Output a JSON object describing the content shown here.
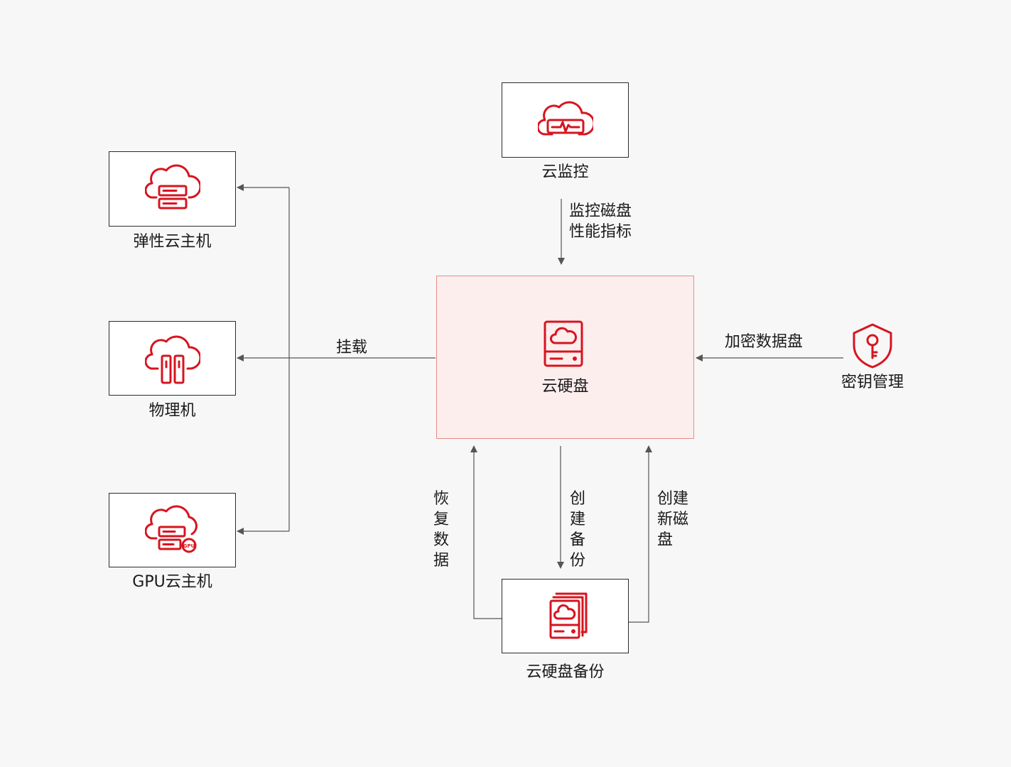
{
  "nodes": {
    "cloud_monitor": "云监控",
    "ecs": "弹性云主机",
    "physical": "物理机",
    "gpu": "GPU云主机",
    "evs": "云硬盘",
    "kms": "密钥管理",
    "backup": "云硬盘备份"
  },
  "edges": {
    "monitor": "监控磁盘\n性能指标",
    "mount": "挂载",
    "encrypt": "加密数据盘",
    "restore": "恢复数据",
    "create_backup": "创建备份",
    "create_disk": "创建新磁盘"
  },
  "gpu_badge": "GPU",
  "colors": {
    "accent": "#d7141f",
    "center_fill": "#fdeeee",
    "center_border": "#e98a8a",
    "line": "#555555"
  },
  "icons": {
    "cloud_monitor": "cloud-monitor-icon",
    "ecs": "cloud-server-icon",
    "physical": "cloud-physical-server-icon",
    "gpu": "cloud-gpu-server-icon",
    "evs": "cloud-disk-icon",
    "kms": "shield-key-icon",
    "backup": "disk-backup-icon"
  }
}
